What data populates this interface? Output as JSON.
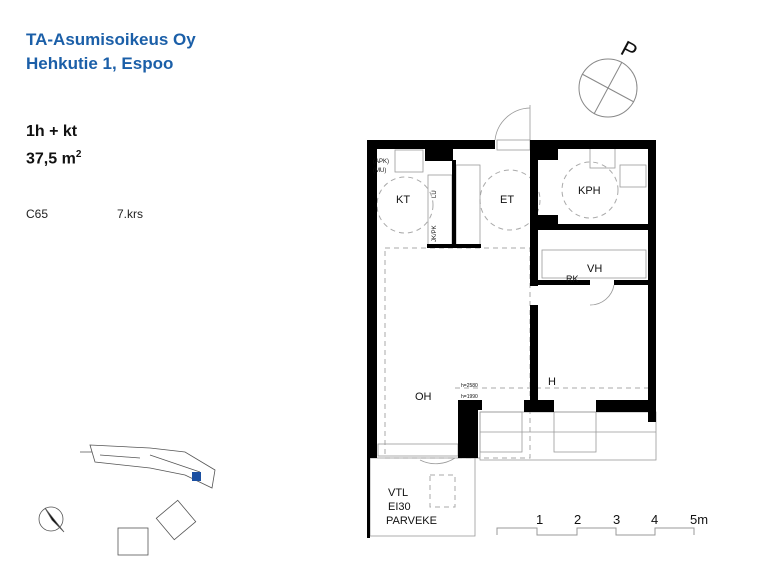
{
  "header": {
    "company": "TA-Asumisoikeus Oy",
    "address": "Hehkutie 1, Espoo"
  },
  "apartment": {
    "type": "1h + kt",
    "area": "37,5 m",
    "area_sup": "2",
    "code": "C65",
    "floor": "7.krs"
  },
  "compass": {
    "north_label": "P"
  },
  "rooms": {
    "kt": "KT",
    "et": "ET",
    "kph": "KPH",
    "vh": "VH",
    "oh": "OH",
    "h": "H",
    "parveke": "PARVEKE",
    "rk": "RK",
    "apk": "(APK)",
    "mu": "(MU)",
    "lu": "LU",
    "jkpk": "JK/PK",
    "vtl": "VTL",
    "ei30": "EI30",
    "h2580": "h=2580",
    "h1990": "h=1990"
  },
  "scale": {
    "labels": [
      "1",
      "2",
      "3",
      "4",
      "5m"
    ]
  },
  "colors": {
    "brand": "#1b5fa8",
    "highlight": "#1b4fa0"
  }
}
